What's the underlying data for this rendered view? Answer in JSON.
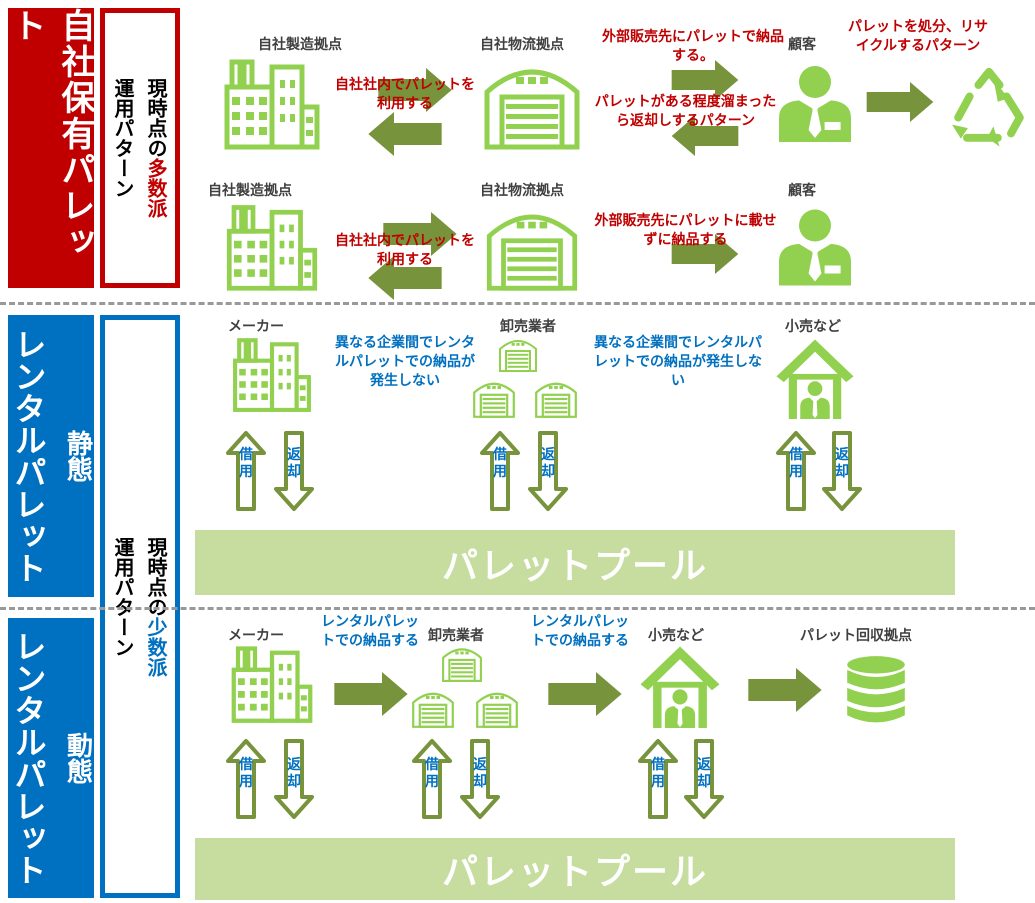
{
  "sections": {
    "own": {
      "title": "自社保有パレット",
      "pattern_line1": "現時点の",
      "pattern_majority": "多数派",
      "pattern_line2": "運用パターン"
    },
    "rental": {
      "title_static": "レンタルパレット",
      "title_dynamic": "レンタルパレット",
      "static_label": "静態",
      "dynamic_label": "動態",
      "pattern_line1": "現時点の",
      "pattern_minority": "少数派",
      "pattern_line2": "運用パターン"
    }
  },
  "row1": {
    "factory": "自社製造拠点",
    "warehouse": "自社物流拠点",
    "customer": "顧客",
    "note_internal": "自社社内でパレットを利用する",
    "note_deliver": "外部販売先にパレットで納品する。",
    "note_return": "パレットがある程度溜まったら返却しするパターン",
    "note_recycle": "パレットを処分、リサイクルするパターン"
  },
  "row2": {
    "factory": "自社製造拠点",
    "warehouse": "自社物流拠点",
    "customer": "顧客",
    "note_internal": "自社社内でパレットを利用する",
    "note_deliver": "外部販売先にパレットに載せずに納品する"
  },
  "row3": {
    "maker": "メーカー",
    "wholesaler": "卸売業者",
    "retail": "小売など",
    "note1": "異なる企業間でレンタルパレットでの納品が発生しない",
    "note2": "異なる企業間でレンタルパレットでの納品が発生しない",
    "borrow": "借用",
    "return": "返却",
    "pool": "パレットプール"
  },
  "row4": {
    "maker": "メーカー",
    "wholesaler": "卸売業者",
    "retail": "小売など",
    "collect": "パレット回収拠点",
    "note1": "レンタルパレットでの納品する",
    "note2": "レンタルパレットでの納品する",
    "borrow": "借用",
    "return": "返却",
    "pool": "パレットプール"
  },
  "colors": {
    "red": "#c00000",
    "blue": "#0070c0",
    "green_icon": "#92d050",
    "olive_arrow": "#77933c",
    "pool": "#c6dd9f"
  }
}
